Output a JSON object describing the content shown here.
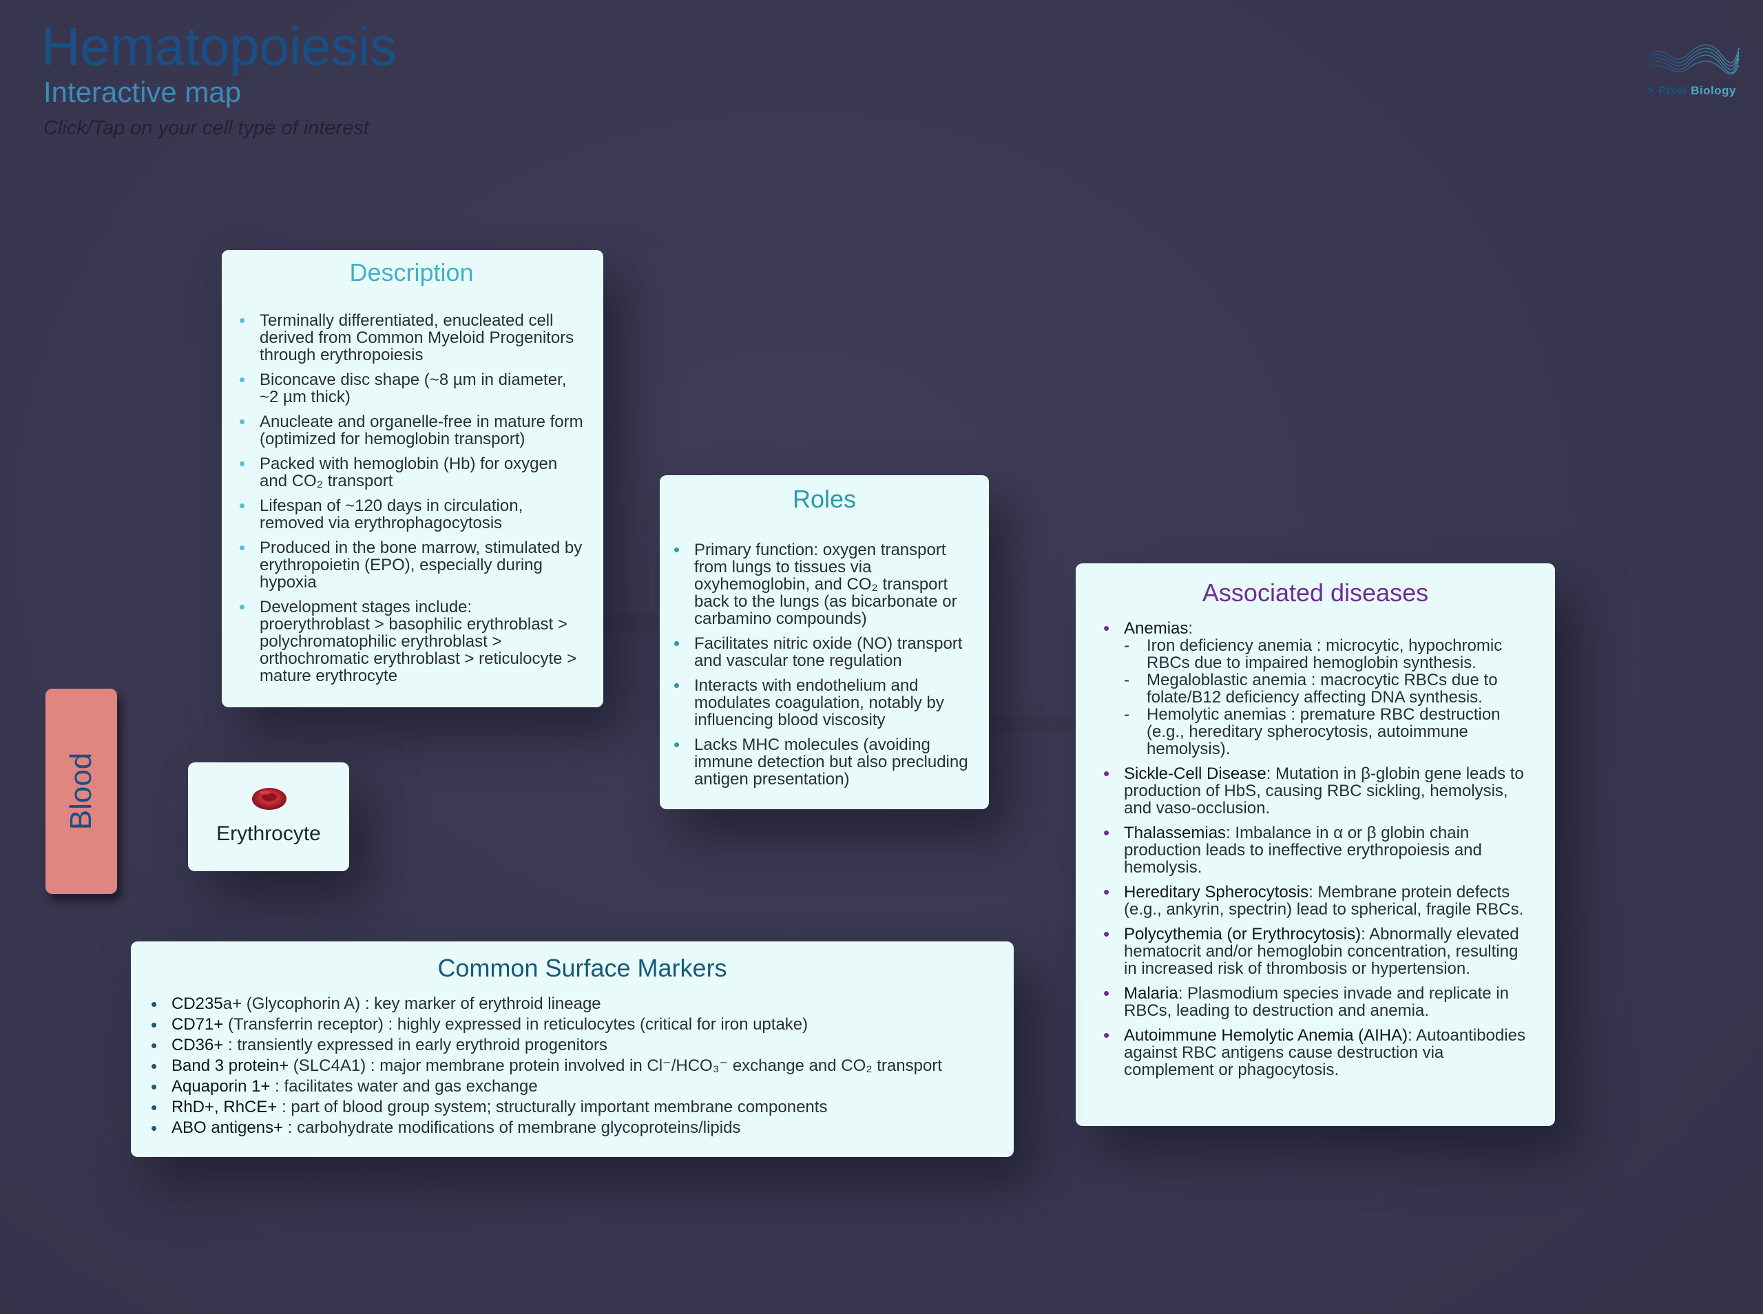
{
  "header": {
    "title": "Hematopoiesis",
    "subtitle": "Interactive map",
    "hint": "Click/Tap on your cell type of interest"
  },
  "logo": {
    "prefix": "> Pixel ",
    "suffix": "Biology"
  },
  "colors": {
    "background": "#3a384f",
    "card": "#e8fbfa",
    "description_accent": "#46aec8",
    "roles_accent": "#2e9aa8",
    "diseases_accent": "#6e2e94",
    "markers_accent": "#155a78",
    "blood_tab": "#df8681",
    "title": "#1a4f86"
  },
  "blood_tab": {
    "label": "Blood"
  },
  "cell": {
    "label": "Erythrocyte",
    "icon": "red-blood-cell-icon"
  },
  "description": {
    "title": "Description",
    "items": [
      "Terminally differentiated, enucleated cell derived from Common Myeloid Progenitors through erythropoiesis",
      "Biconcave disc shape (~8 µm in diameter, ~2 µm thick)",
      "Anucleate and organelle-free in mature form (optimized for hemoglobin transport)",
      "Packed with hemoglobin (Hb) for oxygen and CO₂ transport",
      "Lifespan of ~120 days in circulation, removed via erythrophagocytosis",
      "Produced in the bone marrow, stimulated by erythropoietin (EPO), especially during hypoxia",
      "Development stages include: proerythroblast > basophilic erythroblast > polychromatophilic erythroblast > orthochromatic erythroblast > reticulocyte > mature erythrocyte"
    ]
  },
  "roles": {
    "title": "Roles",
    "items": [
      "Primary function: oxygen transport from lungs to tissues via oxyhemoglobin, and CO₂ transport back to the lungs (as bicarbonate or carbamino compounds)",
      "Facilitates nitric oxide (NO) transport and vascular tone regulation",
      "Interacts with endothelium and modulates coagulation, notably by influencing blood viscosity",
      "Lacks MHC molecules (avoiding immune detection but also precluding antigen presentation)"
    ]
  },
  "diseases": {
    "title": "Associated diseases",
    "items": [
      {
        "name": "Anemias",
        "text": ":",
        "sub": [
          "Iron deficiency anemia : microcytic, hypochromic RBCs due to impaired hemoglobin synthesis.",
          "Megaloblastic anemia : macrocytic RBCs due to folate/B12 deficiency affecting DNA synthesis.",
          "Hemolytic anemias : premature RBC destruction (e.g., hereditary spherocytosis, autoimmune hemolysis)."
        ]
      },
      {
        "name": "Sickle-Cell Disease",
        "text": ": Mutation in β-globin gene leads to production of HbS, causing RBC sickling, hemolysis, and vaso-occlusion."
      },
      {
        "name": "Thalassemias",
        "text": ": Imbalance in α or β globin chain production leads to ineffective erythropoiesis and hemolysis."
      },
      {
        "name": "Hereditary Spherocytosis",
        "text": ": Membrane protein defects (e.g., ankyrin, spectrin) lead to spherical, fragile RBCs."
      },
      {
        "name": "Polycythemia (or Erythrocytosis)",
        "text": ": Abnormally elevated hematocrit and/or hemoglobin concentration, resulting in increased risk of thrombosis or hypertension."
      },
      {
        "name": "Malaria",
        "text": ": Plasmodium species invade and replicate in RBCs, leading to destruction and anemia."
      },
      {
        "name": "Autoimmune Hemolytic Anemia (AIHA)",
        "text": ": Autoantibodies against RBC antigens cause destruction via complement or phagocytosis."
      }
    ]
  },
  "markers": {
    "title": "Common Surface Markers",
    "items": [
      {
        "name": "CD235",
        "text": "a+ (Glycophorin A) : key marker of erythroid lineage"
      },
      {
        "name": "CD71+",
        "text": " (Transferrin receptor) : highly expressed in reticulocytes (critical for iron uptake)"
      },
      {
        "name": "CD36+",
        "text": " : transiently expressed in early erythroid progenitors"
      },
      {
        "name": "Band 3 protein+",
        "text": " (SLC4A1) : major membrane protein involved in Cl⁻/HCO₃⁻ exchange and CO₂ transport"
      },
      {
        "name": "Aquaporin 1+",
        "text": " : facilitates water and gas exchange"
      },
      {
        "name": "RhD+, RhCE+",
        "text": " : part of blood group system; structurally important membrane components"
      },
      {
        "name": "ABO antigens+",
        "text": " : carbohydrate modifications of membrane glycoproteins/lipids"
      }
    ]
  }
}
